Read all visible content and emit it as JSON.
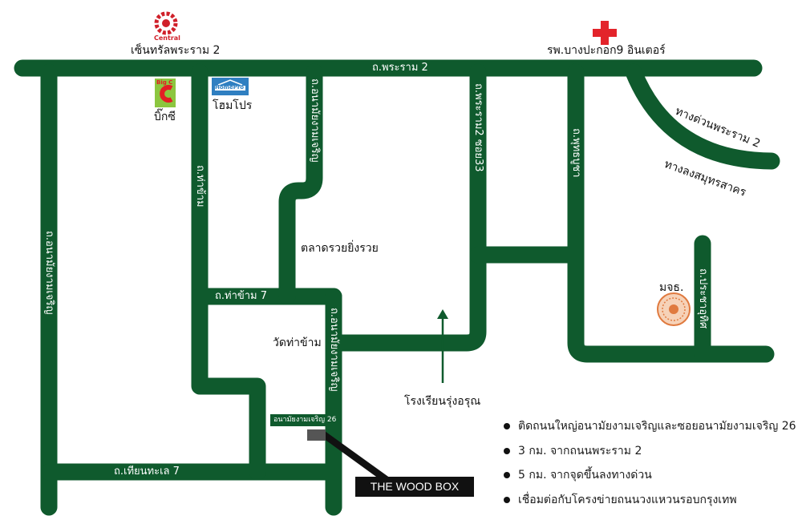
{
  "landmarks": {
    "central": {
      "logo_text": "Central",
      "label": "เซ็นทรัลพระราม 2"
    },
    "hospital": {
      "label": "รพ.บางปะกอก9 อินเตอร์"
    },
    "bigc": {
      "logo_text": "Big C",
      "label": "บิ๊กซี"
    },
    "homepro": {
      "logo_text": "HomePro",
      "label": "โฮมโปร"
    },
    "market": "ตลาดรวยยิ่งรวย",
    "temple": "วัดท่าข้าม",
    "school": "โรงเรียนรุ่งอรุณ",
    "university": "มจธ.",
    "soi_sign": "อนามัยงามเจริญ 26",
    "destination": "THE WOOD BOX"
  },
  "roads": {
    "rama2": "ถ.พระราม 2",
    "expressway": "ทางด่วนพระราม 2",
    "to_samutsakhon": "ทางลงสมุทรสาคร",
    "thakham": "ถ.ท่าข้าม",
    "thakham7": "ถ.ท่าข้าม 7",
    "anamai_top": "ถ.อนามัยงามเจริญ",
    "anamai_mid": "ถ.อนามัยงามเจริญ",
    "anamai_left": "ถ.อนามัยงามเจริญ",
    "rama2_soi33": "ถ.พระราม2 ซอย33",
    "phutthabucha": "ถ.พุทธบูชา",
    "pracha_uthit": "ถ.ประชาอุทิศ",
    "tientalay7": "ถ.เทียนทะเล 7"
  },
  "notes": [
    "ติดถนนใหญ่อนามัยงามเจริญและซอยอนามัยงามเจริญ 26",
    "3 กม. จากถนนพระราม 2",
    "5 กม. จากจุดขึ้นลงทางด่วน",
    "เชื่อมต่อกับโครงข่ายถนนวงแหวนรอบกรุงเทพ"
  ],
  "colors": {
    "road": "#0f5a2d",
    "hospital": "#e3242b",
    "central": "#d0202a",
    "bigc_green": "#8cc63f",
    "bigc_red": "#e31e24",
    "homepro": "#2f7fc1",
    "seal": "#e07a3f"
  }
}
